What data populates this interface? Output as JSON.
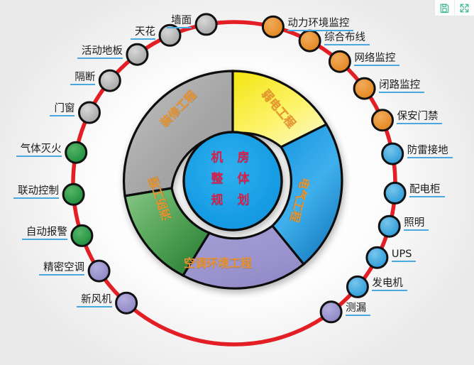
{
  "toolbar": {
    "buttons": [
      {
        "name": "save-icon",
        "title": "保存"
      },
      {
        "name": "fullscreen-icon",
        "title": "全屏"
      }
    ]
  },
  "hub": {
    "lines": [
      "机 房",
      "整 体",
      "规 划"
    ],
    "fill": "#1a9fe8",
    "text_color": "#d81f4a"
  },
  "donut": {
    "label_color": "#e8922e",
    "sectors": [
      {
        "label": "装修工程",
        "color": "#a9a9a9",
        "rotate": -45
      },
      {
        "label": "弱电工程",
        "color": "#f5ea22",
        "rotate": 50
      },
      {
        "label": "电气工程",
        "color": "#1e9ee6",
        "rotate": 105
      },
      {
        "label": "空调环境工程",
        "color": "#9d97d0",
        "rotate": 0
      },
      {
        "label": "消防工程",
        "color": "#58a martial",
        "rotate": -110
      }
    ]
  },
  "ring": {
    "stroke": "#e31e24",
    "node_groups": {
      "gray": "#b3b3b3",
      "orange": "#e8902e",
      "blue": "#3fa9e0",
      "green": "#2fa34a",
      "purple": "#9d97d0"
    },
    "nodes": [
      {
        "label": "墙面",
        "color": "gray",
        "side": "l"
      },
      {
        "label": "天花",
        "color": "gray",
        "side": "l"
      },
      {
        "label": "活动地板",
        "color": "gray",
        "side": "l"
      },
      {
        "label": "隔断",
        "color": "gray",
        "side": "l"
      },
      {
        "label": "门窗",
        "color": "gray",
        "side": "l"
      },
      {
        "label": "气体灭火",
        "color": "green",
        "side": "l"
      },
      {
        "label": "联动控制",
        "color": "green",
        "side": "l"
      },
      {
        "label": "自动报警",
        "color": "green",
        "side": "l"
      },
      {
        "label": "精密空调",
        "color": "purple",
        "side": "l"
      },
      {
        "label": "新风机",
        "color": "purple",
        "side": "l"
      },
      {
        "label": "测漏",
        "color": "purple",
        "side": "r"
      },
      {
        "label": "发电机",
        "color": "blue",
        "side": "r"
      },
      {
        "label": "UPS",
        "color": "blue",
        "side": "r"
      },
      {
        "label": "照明",
        "color": "blue",
        "side": "r"
      },
      {
        "label": "配电柜",
        "color": "blue",
        "side": "r"
      },
      {
        "label": "防雷接地",
        "color": "blue",
        "side": "r"
      },
      {
        "label": "保安门禁",
        "color": "orange",
        "side": "r"
      },
      {
        "label": "闭路监控",
        "color": "orange",
        "side": "r"
      },
      {
        "label": "网络监控",
        "color": "orange",
        "side": "r"
      },
      {
        "label": "综合布线",
        "color": "orange",
        "side": "r"
      },
      {
        "label": "动力环境监控",
        "color": "orange",
        "side": "r"
      }
    ]
  }
}
